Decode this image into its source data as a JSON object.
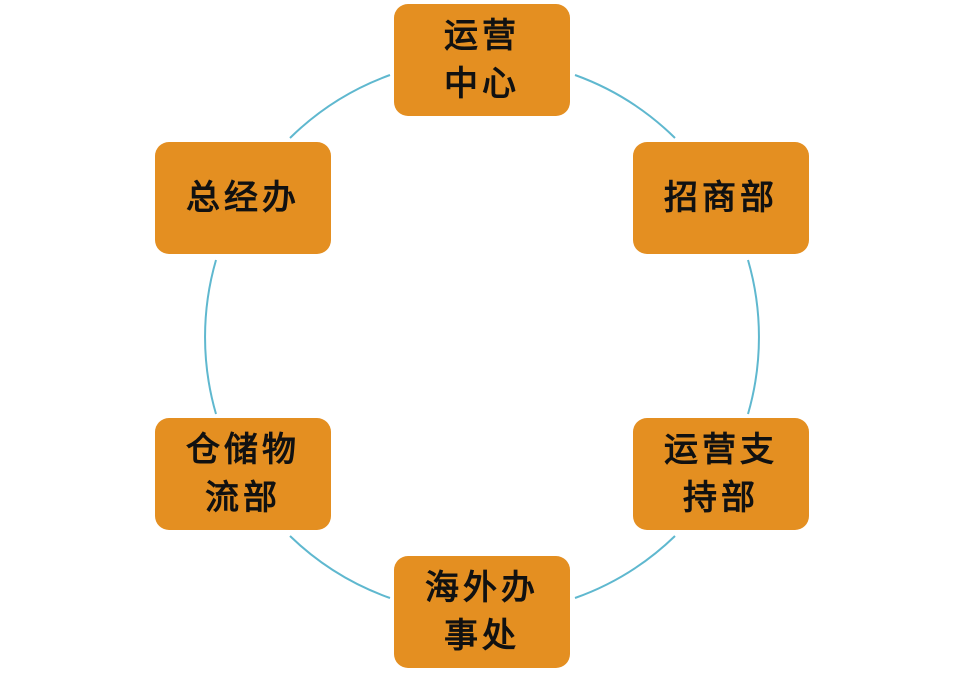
{
  "diagram": {
    "ring_color": "#5fb8cf",
    "node_color": "#e48f21",
    "nodes": [
      {
        "label": "运营\n中心"
      },
      {
        "label": "招商部"
      },
      {
        "label": "运营支\n持部"
      },
      {
        "label": "海外办\n事处"
      },
      {
        "label": "仓储物\n流部"
      },
      {
        "label": "总经办"
      }
    ]
  }
}
